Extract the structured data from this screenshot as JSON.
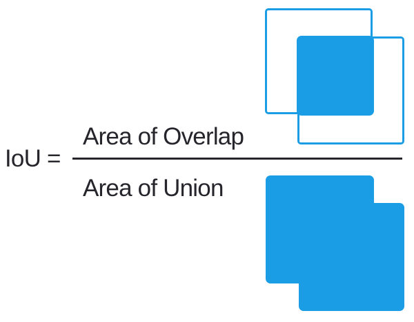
{
  "formula": {
    "lhs": "IoU =",
    "numerator": "Area of Overlap",
    "denominator": "Area of Union"
  },
  "colors": {
    "accent_blue": "#1B9DE5",
    "text_dark": "#26252B"
  },
  "figures": {
    "overlap": "two overlapping outlined boxes with filled intersection region",
    "union": "two overlapping filled boxes forming a merged union shape"
  }
}
